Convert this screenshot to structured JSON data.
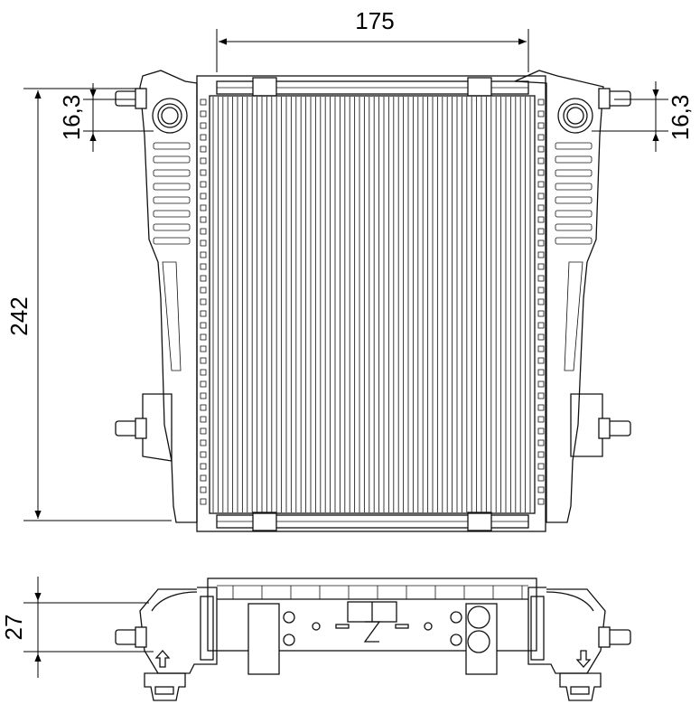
{
  "drawing": {
    "dimensions": {
      "width": "175",
      "height": "242",
      "left_pipe_offset": "16,3",
      "right_pipe_offset": "16,3",
      "depth": "27"
    }
  }
}
